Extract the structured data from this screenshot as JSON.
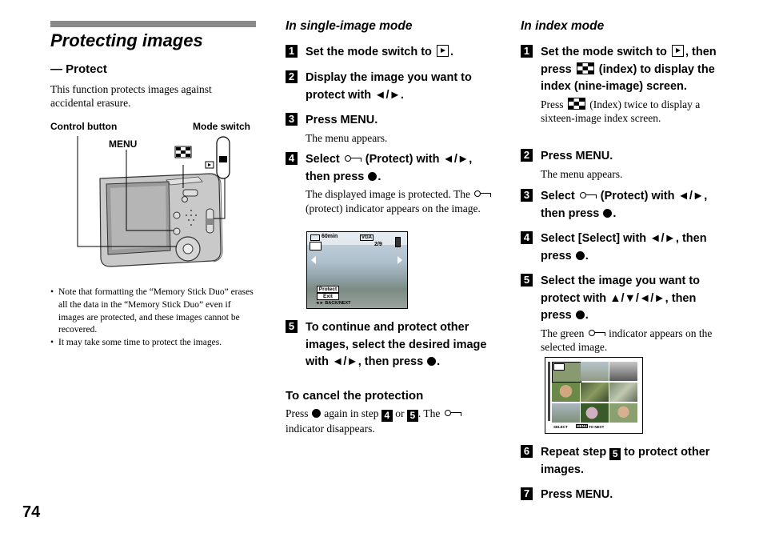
{
  "page": {
    "number": "74",
    "title": "Protecting images",
    "subtitle": "— Protect",
    "intro": "This function protects images against accidental erasure."
  },
  "figure": {
    "control_button_label": "Control button",
    "mode_switch_label": "Mode switch",
    "menu_label": "MENU"
  },
  "notes": [
    "Note that formatting the “Memory Stick Duo” erases all the data in the “Memory Stick Duo” even if images are protected, and these images cannot be recovered.",
    "It may take some time to protect the images."
  ],
  "single": {
    "heading": "In single-image mode",
    "s1": {
      "num": "1",
      "a": "Set the mode switch to",
      "b": "."
    },
    "s2": {
      "num": "2",
      "a": "Display the image you want to protect with ◄/►."
    },
    "s3": {
      "num": "3",
      "a": "Press MENU.",
      "sub": "The menu appears."
    },
    "s4": {
      "num": "4",
      "a": "Select",
      "b": "(Protect) with ◄/►, then press",
      "c": ".",
      "sub_a": "The displayed image is protected. The",
      "sub_b": "(protect) indicator appears on the image."
    },
    "s5": {
      "num": "5",
      "a": "To continue and protect other images, select the desired image with ◄/►, then press",
      "b": "."
    }
  },
  "screen1": {
    "battery": "60min",
    "vga": "VGA",
    "counter": "2/9",
    "menu_item1": "Protect",
    "menu_item2": "Exit",
    "footer": "◄► BACK/NEXT"
  },
  "cancel": {
    "heading": "To cancel the protection",
    "a": "Press",
    "b": "again in step",
    "n1": "4",
    "or": "or",
    "n2": "5",
    "c": ". The",
    "d": "indicator disappears."
  },
  "index": {
    "heading": "In index mode",
    "s1": {
      "num": "1",
      "a": "Set the mode switch to",
      "b": ",",
      "c": "then press",
      "d": "(index) to display the index (nine-image) screen.",
      "sub_a": "Press",
      "sub_b": "(Index) twice to display a sixteen-image index screen."
    },
    "s2": {
      "num": "2",
      "a": "Press MENU.",
      "sub": "The menu appears."
    },
    "s3": {
      "num": "3",
      "a": "Select",
      "b": "(Protect) with ◄/►, then press",
      "c": "."
    },
    "s4": {
      "num": "4",
      "a": "Select [Select] with ◄/►, then press",
      "b": "."
    },
    "s5": {
      "num": "5",
      "a": "Select the image you want to protect with ▲/▼/◄/►, then press",
      "b": ".",
      "sub_a": "The green",
      "sub_b": "indicator appears on the selected image."
    },
    "s6": {
      "num": "6",
      "a": "Repeat step",
      "n": "5",
      "b": "to protect other images."
    },
    "s7": {
      "num": "7",
      "a": "Press MENU."
    }
  },
  "screen2": {
    "footer_select": "SELECT",
    "footer_menu": "MENU",
    "footer_next": "TO NEXT"
  }
}
